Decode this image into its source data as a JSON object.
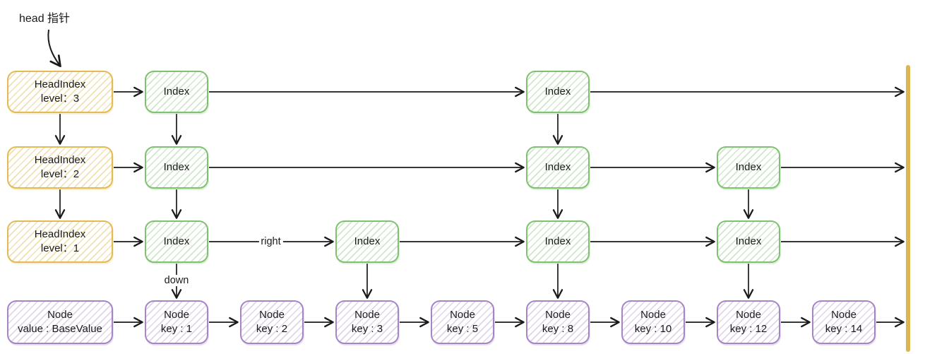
{
  "head_pointer": {
    "label": "head 指针"
  },
  "colors": {
    "head_border": "#e2bb55",
    "head_hatch": "rgba(226,187,85,0.45)",
    "index_border": "#7fc170",
    "index_hatch": "rgba(127,193,112,0.38)",
    "node_border": "#a685c5",
    "node_hatch": "rgba(166,133,197,0.35)",
    "rail": "#ddb553",
    "line": "#1a1a1a"
  },
  "nodes": [
    {
      "id": "h3",
      "type": "head",
      "col": 0,
      "row": 0,
      "wide": true,
      "lines": [
        "HeadIndex",
        "level：3"
      ]
    },
    {
      "id": "h2",
      "type": "head",
      "col": 0,
      "row": 1,
      "wide": true,
      "lines": [
        "HeadIndex",
        "level：2"
      ]
    },
    {
      "id": "h1",
      "type": "head",
      "col": 0,
      "row": 2,
      "wide": true,
      "lines": [
        "HeadIndex",
        "level：1"
      ]
    },
    {
      "id": "iA0",
      "type": "index",
      "col": 1,
      "row": 0,
      "wide": false,
      "lines": [
        "Index"
      ]
    },
    {
      "id": "iA1",
      "type": "index",
      "col": 1,
      "row": 1,
      "wide": false,
      "lines": [
        "Index"
      ]
    },
    {
      "id": "iA2",
      "type": "index",
      "col": 1,
      "row": 2,
      "wide": false,
      "lines": [
        "Index"
      ]
    },
    {
      "id": "iD2",
      "type": "index",
      "col": 3,
      "row": 2,
      "wide": false,
      "lines": [
        "Index"
      ]
    },
    {
      "id": "iB0",
      "type": "index",
      "col": 5,
      "row": 0,
      "wide": false,
      "lines": [
        "Index"
      ]
    },
    {
      "id": "iB1",
      "type": "index",
      "col": 5,
      "row": 1,
      "wide": false,
      "lines": [
        "Index"
      ]
    },
    {
      "id": "iB2",
      "type": "index",
      "col": 5,
      "row": 2,
      "wide": false,
      "lines": [
        "Index"
      ]
    },
    {
      "id": "iC1",
      "type": "index",
      "col": 7,
      "row": 1,
      "wide": false,
      "lines": [
        "Index"
      ]
    },
    {
      "id": "iC2",
      "type": "index",
      "col": 7,
      "row": 2,
      "wide": false,
      "lines": [
        "Index"
      ]
    },
    {
      "id": "n0",
      "type": "node",
      "col": 0,
      "row": 3,
      "wide": true,
      "lines": [
        "Node",
        "value : BaseValue"
      ]
    },
    {
      "id": "n1",
      "type": "node",
      "col": 1,
      "row": 3,
      "wide": false,
      "lines": [
        "Node",
        "key : 1"
      ]
    },
    {
      "id": "n2",
      "type": "node",
      "col": 2,
      "row": 3,
      "wide": false,
      "lines": [
        "Node",
        "key : 2"
      ]
    },
    {
      "id": "n3",
      "type": "node",
      "col": 3,
      "row": 3,
      "wide": false,
      "lines": [
        "Node",
        "key : 3"
      ]
    },
    {
      "id": "n5",
      "type": "node",
      "col": 4,
      "row": 3,
      "wide": false,
      "lines": [
        "Node",
        "key : 5"
      ]
    },
    {
      "id": "n8",
      "type": "node",
      "col": 5,
      "row": 3,
      "wide": false,
      "lines": [
        "Node",
        "key : 8"
      ]
    },
    {
      "id": "n10",
      "type": "node",
      "col": 6,
      "row": 3,
      "wide": false,
      "lines": [
        "Node",
        "key : 10"
      ]
    },
    {
      "id": "n12",
      "type": "node",
      "col": 7,
      "row": 3,
      "wide": false,
      "lines": [
        "Node",
        "key : 12"
      ]
    },
    {
      "id": "n14",
      "type": "node",
      "col": 8,
      "row": 3,
      "wide": false,
      "lines": [
        "Node",
        "key : 14"
      ]
    }
  ],
  "edges": [
    {
      "from": "h3",
      "to": "iA0",
      "dir": "h",
      "label": ""
    },
    {
      "from": "iA0",
      "to": "iB0",
      "dir": "h",
      "label": ""
    },
    {
      "from": "iB0",
      "to": "rail",
      "dir": "h",
      "label": ""
    },
    {
      "from": "h2",
      "to": "iA1",
      "dir": "h",
      "label": ""
    },
    {
      "from": "iA1",
      "to": "iB1",
      "dir": "h",
      "label": ""
    },
    {
      "from": "iB1",
      "to": "iC1",
      "dir": "h",
      "label": ""
    },
    {
      "from": "iC1",
      "to": "rail",
      "dir": "h",
      "label": ""
    },
    {
      "from": "h1",
      "to": "iA2",
      "dir": "h",
      "label": ""
    },
    {
      "from": "iA2",
      "to": "iD2",
      "dir": "h",
      "label": "right"
    },
    {
      "from": "iD2",
      "to": "iB2",
      "dir": "h",
      "label": ""
    },
    {
      "from": "iB2",
      "to": "iC2",
      "dir": "h",
      "label": ""
    },
    {
      "from": "iC2",
      "to": "rail",
      "dir": "h",
      "label": ""
    },
    {
      "from": "n0",
      "to": "n1",
      "dir": "h",
      "label": ""
    },
    {
      "from": "n1",
      "to": "n2",
      "dir": "h",
      "label": ""
    },
    {
      "from": "n2",
      "to": "n3",
      "dir": "h",
      "label": ""
    },
    {
      "from": "n3",
      "to": "n5",
      "dir": "h",
      "label": ""
    },
    {
      "from": "n5",
      "to": "n8",
      "dir": "h",
      "label": ""
    },
    {
      "from": "n8",
      "to": "n10",
      "dir": "h",
      "label": ""
    },
    {
      "from": "n10",
      "to": "n12",
      "dir": "h",
      "label": ""
    },
    {
      "from": "n12",
      "to": "n14",
      "dir": "h",
      "label": ""
    },
    {
      "from": "n14",
      "to": "rail",
      "dir": "h",
      "label": ""
    },
    {
      "from": "h3",
      "to": "h2",
      "dir": "v",
      "label": ""
    },
    {
      "from": "h2",
      "to": "h1",
      "dir": "v",
      "label": ""
    },
    {
      "from": "iA0",
      "to": "iA1",
      "dir": "v",
      "label": ""
    },
    {
      "from": "iA1",
      "to": "iA2",
      "dir": "v",
      "label": ""
    },
    {
      "from": "iA2",
      "to": "n1",
      "dir": "v",
      "label": "down"
    },
    {
      "from": "iB0",
      "to": "iB1",
      "dir": "v",
      "label": ""
    },
    {
      "from": "iB1",
      "to": "iB2",
      "dir": "v",
      "label": ""
    },
    {
      "from": "iB2",
      "to": "n8",
      "dir": "v",
      "label": ""
    },
    {
      "from": "iC1",
      "to": "iC2",
      "dir": "v",
      "label": ""
    },
    {
      "from": "iC2",
      "to": "n12",
      "dir": "v",
      "label": ""
    },
    {
      "from": "iD2",
      "to": "n3",
      "dir": "v",
      "label": ""
    }
  ]
}
